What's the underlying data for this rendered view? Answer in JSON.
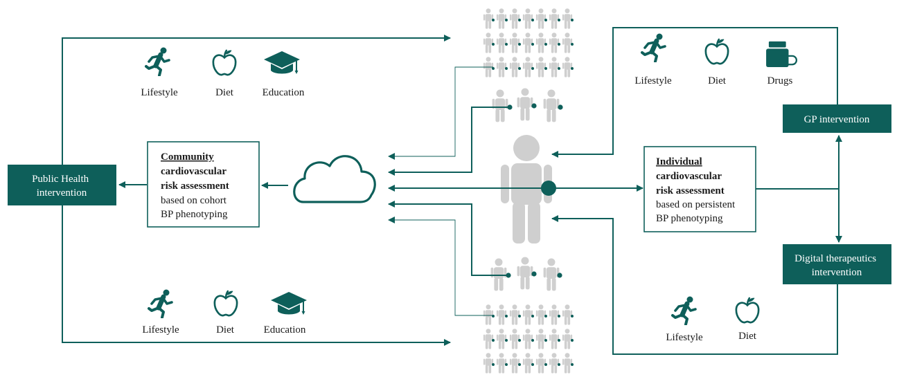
{
  "colors": {
    "teal": "#0e5f5a",
    "gray": "#c9c9c9",
    "person_gray": "#cfcfcf",
    "text": "#1a1a1a",
    "box_text": "#ffffff"
  },
  "left": {
    "intervention": {
      "line1": "Public Health",
      "line2": "intervention"
    },
    "assessment": {
      "title": "Community",
      "line2": "cardiovascular",
      "line3": "risk assessment",
      "line4": "based on cohort",
      "line5": "BP phenotyping"
    },
    "top_icons": [
      {
        "icon": "running-person-icon",
        "label": "Lifestyle"
      },
      {
        "icon": "apple-icon",
        "label": "Diet"
      },
      {
        "icon": "graduation-cap-icon",
        "label": "Education"
      }
    ],
    "bottom_icons": [
      {
        "icon": "running-person-icon",
        "label": "Lifestyle"
      },
      {
        "icon": "apple-icon",
        "label": "Diet"
      },
      {
        "icon": "graduation-cap-icon",
        "label": "Education"
      }
    ]
  },
  "center": {
    "icon": "cloud-icon",
    "person_icon": "person-icon"
  },
  "right": {
    "assessment": {
      "title": "Individual",
      "line2": "cardiovascular",
      "line3": "risk assessment",
      "line4": "based on persistent",
      "line5": "BP phenotyping"
    },
    "gp": {
      "label": "GP intervention"
    },
    "digital": {
      "line1": "Digital therapeutics",
      "line2": "intervention"
    },
    "top_icons": [
      {
        "icon": "running-person-icon",
        "label": "Lifestyle"
      },
      {
        "icon": "apple-icon",
        "label": "Diet"
      },
      {
        "icon": "pill-bottle-icon",
        "label": "Drugs"
      }
    ],
    "bottom_icons": [
      {
        "icon": "running-person-icon",
        "label": "Lifestyle"
      },
      {
        "icon": "apple-icon",
        "label": "Diet"
      }
    ]
  }
}
